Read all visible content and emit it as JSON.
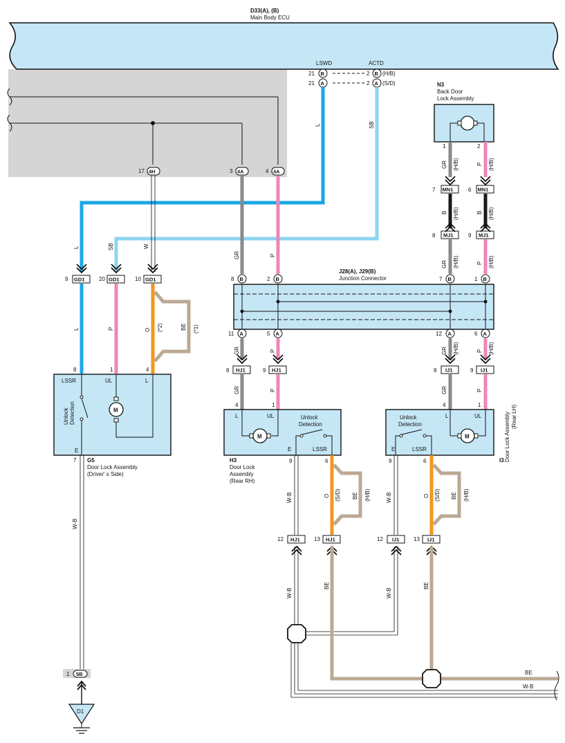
{
  "ecu": {
    "title": "D33(A), (B)",
    "name": "Main Body ECU",
    "lswd": "LSWD",
    "actd": "ACTD",
    "pin21": "21",
    "pin2": "2",
    "connB": "B",
    "connA": "A",
    "hb": "(H/B)",
    "sd": "(S/D)"
  },
  "ecu_out": {
    "p17": "17",
    "c4h": "4H",
    "p3": "3",
    "c4a1": "4A",
    "p4": "4",
    "c4a2": "4A"
  },
  "n3": {
    "id": "N3",
    "name1": "Back Door",
    "name2": "Lock Assembly",
    "p1": "1",
    "p2": "2",
    "gr": "GR",
    "p": "P",
    "b": "B",
    "hb": "(H/B)",
    "mn1": "MN1",
    "mj1": "MJ1",
    "p7": "7",
    "p6": "6",
    "p8": "8",
    "p9": "9"
  },
  "junction": {
    "title": "J28(A), J29(B)",
    "name": "Junction Connector",
    "pin8": "8",
    "pin2": "2",
    "pin7": "7",
    "pin1": "1",
    "pin11": "11",
    "pin5": "5",
    "pin12": "12",
    "pin6": "6",
    "connA": "A",
    "connB": "B",
    "gr": "GR",
    "p": "P",
    "hb": "(H/B)"
  },
  "gd1": {
    "label": "GD1",
    "p9": "9",
    "p20": "20",
    "p10": "10",
    "l": "L",
    "sb": "SB",
    "w": "W",
    "p": "P",
    "o": "O",
    "be": "BE",
    "s2": "(*2)",
    "s1": "(*1)"
  },
  "g5": {
    "id": "G5",
    "name1": "Door Lock Assembly",
    "name2": "(Driver' s Side)",
    "lssr": "LSSR",
    "ul": "UL",
    "l": "L",
    "e": "E",
    "unlock": "Unlock",
    "detection": "Detection",
    "p8": "8",
    "p1": "1",
    "p4": "4",
    "p7": "7",
    "m": "M",
    "wb": "W-B"
  },
  "h3": {
    "id": "H3",
    "name1": "Door Lock",
    "name2": "Assembly",
    "name3": "(Rear RH)",
    "l": "L",
    "ul": "UL",
    "e": "E",
    "lssr": "LSSR",
    "unlock": "Unlock",
    "detection": "Detection",
    "p4": "4",
    "p1": "1",
    "p9": "9",
    "p6": "6",
    "m": "M",
    "hj1": "HJ1",
    "c8": "8",
    "c9": "9",
    "c12": "12",
    "c13": "13",
    "gr": "GR",
    "p": "P",
    "wb": "W-B",
    "o": "O",
    "be": "BE",
    "sd": "(S/D)",
    "hb": "(H/B)"
  },
  "i3": {
    "id": "I3",
    "name1": "Door Lock Assembly",
    "name2": "(Rear LH)",
    "l": "L",
    "ul": "UL",
    "e": "E",
    "lssr": "LSSR",
    "unlock": "Unlock",
    "detection": "Detection",
    "p4": "4",
    "p1": "1",
    "p9": "9",
    "p6": "6",
    "m": "M",
    "ij1": "IJ1",
    "c8": "8",
    "c9": "9",
    "c12": "12",
    "c13": "13",
    "gr": "GR",
    "p": "P",
    "wb": "W-B",
    "o": "O",
    "be": "BE",
    "sd": "(S/D)",
    "hb": "(H/B)"
  },
  "lower": {
    "wb": "W-B",
    "be": "BE"
  },
  "ground": {
    "p1": "1",
    "conn": "5B",
    "label": "D1"
  },
  "colors": {
    "L": "#1aa7e8",
    "SB": "#8ed4f2",
    "GR": "#8a8a8a",
    "P": "#ee86b8",
    "O": "#f5961e",
    "BE": "#bca994",
    "B": "#1b1b1b",
    "box": "#c5e6f5",
    "shade": "#d5d5d5"
  }
}
